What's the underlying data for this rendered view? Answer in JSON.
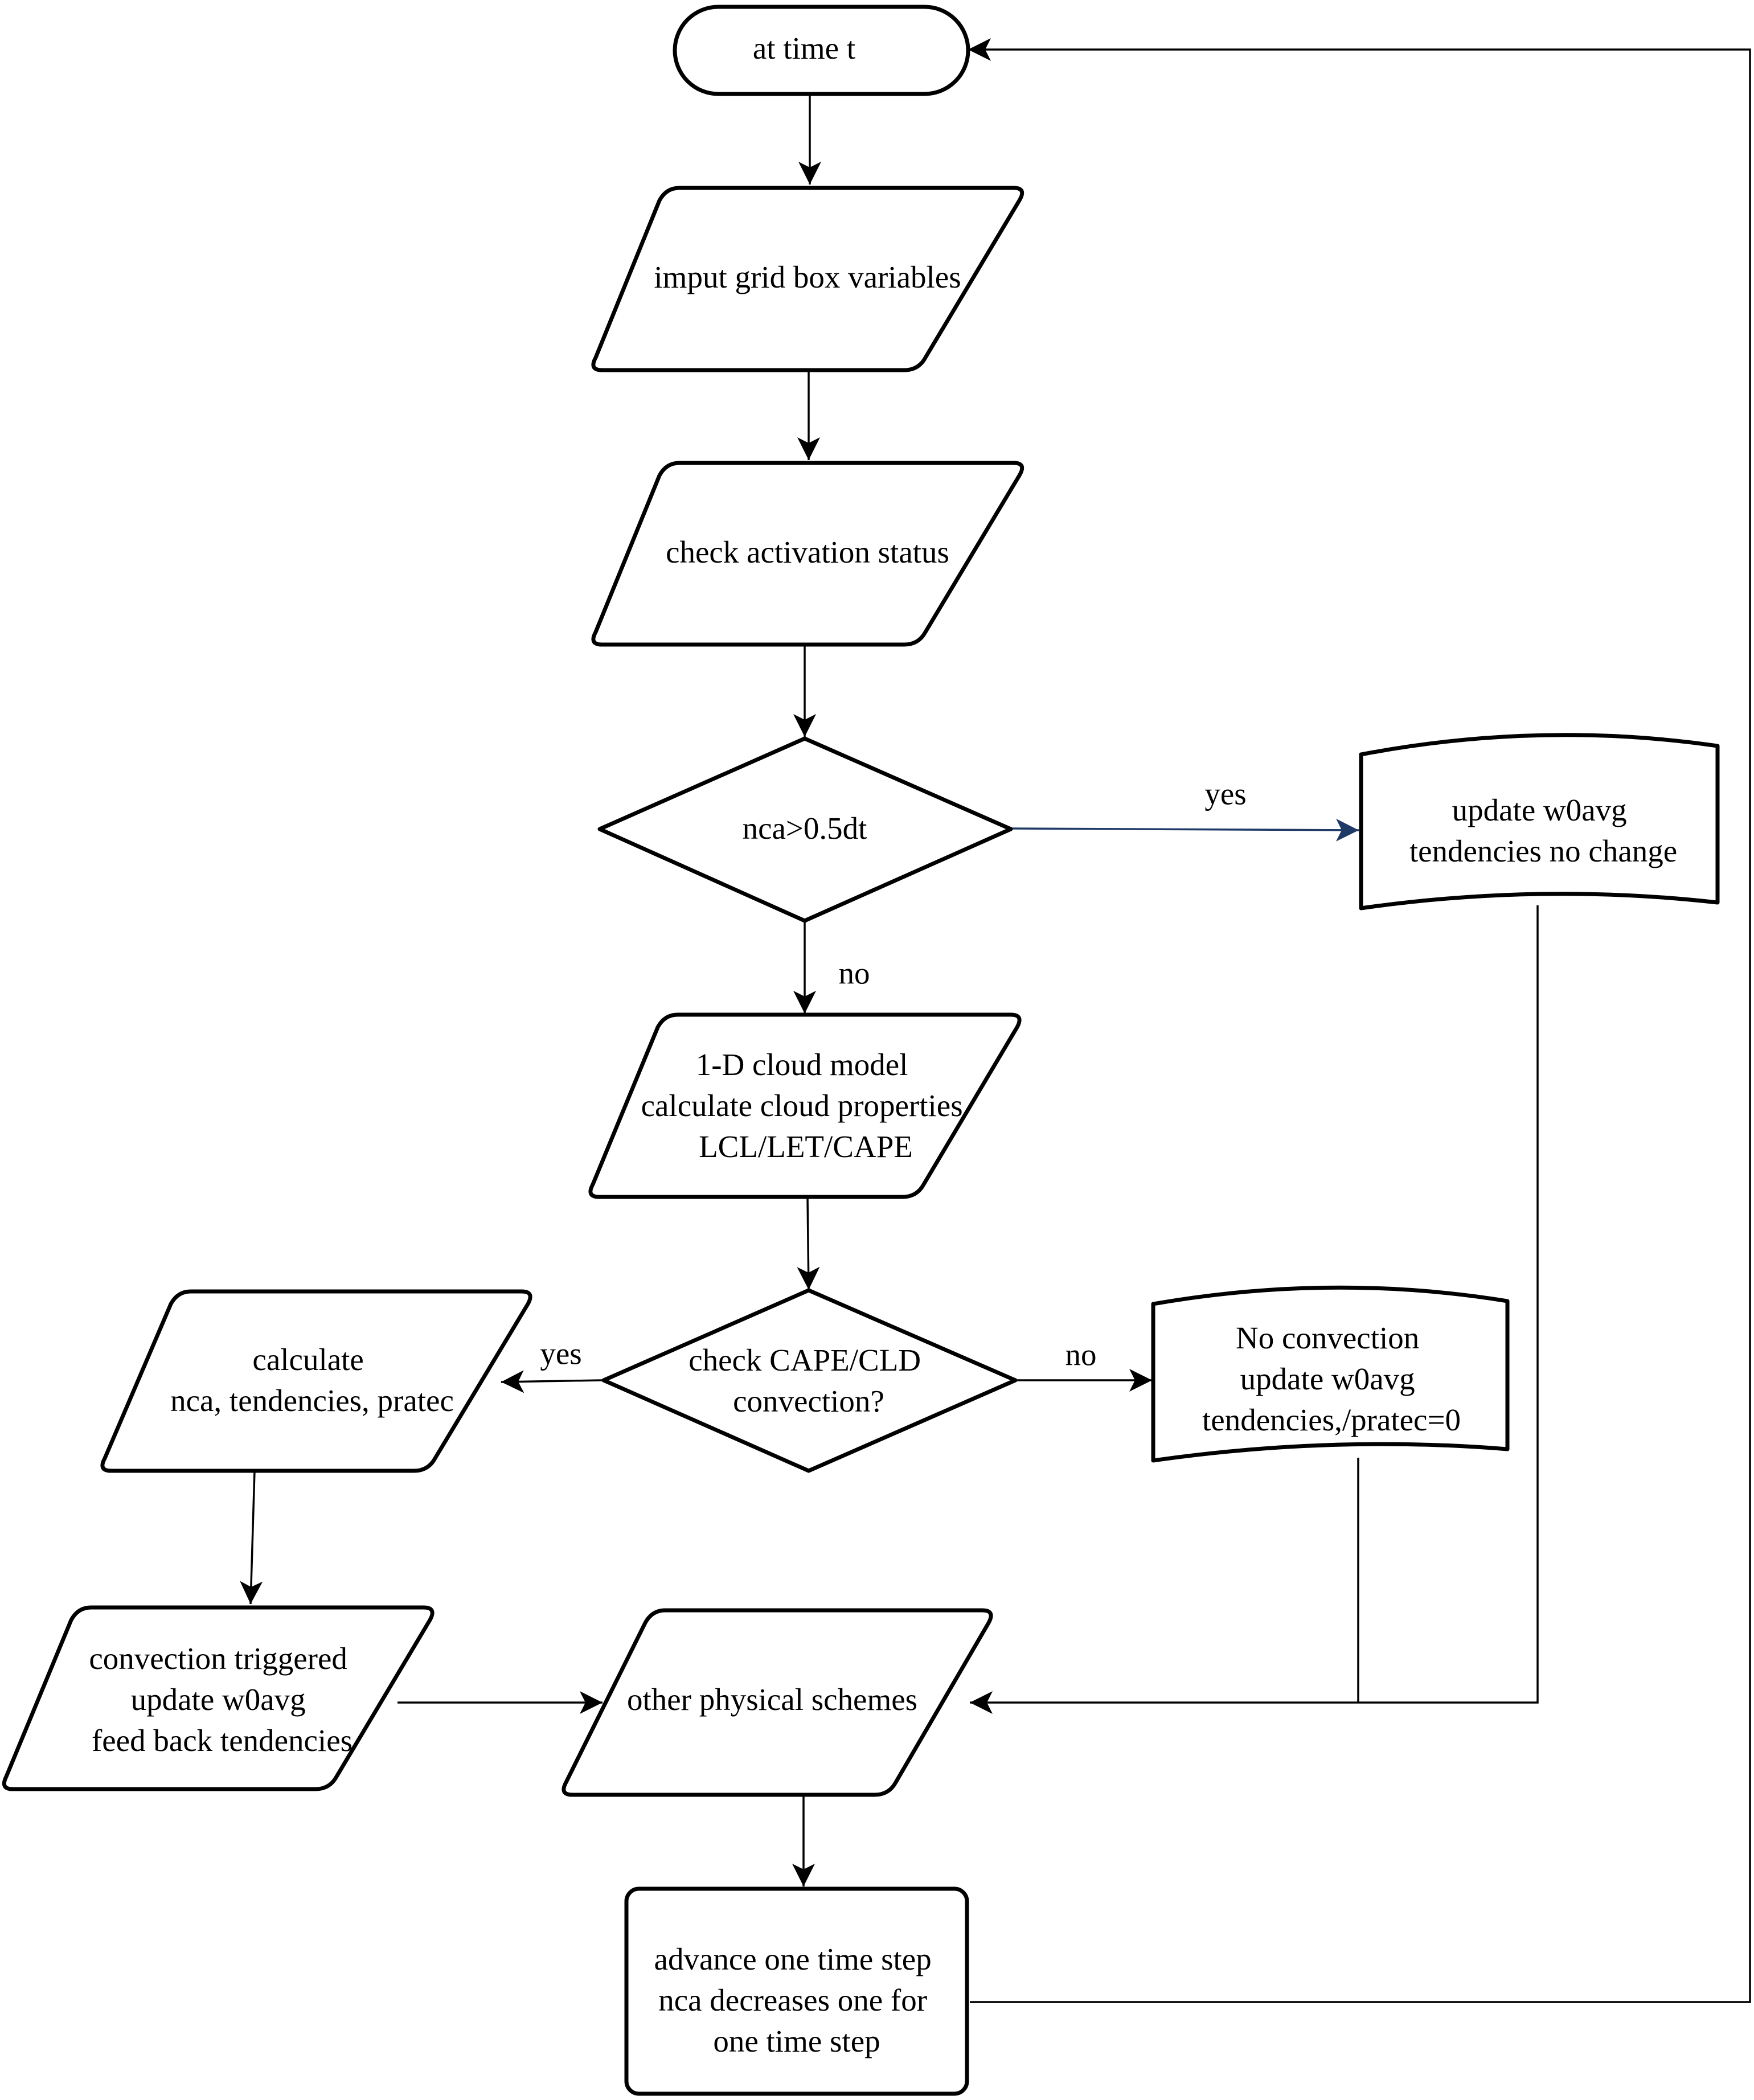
{
  "nodes": {
    "start": {
      "lines": [
        "at time t"
      ]
    },
    "input": {
      "lines": [
        "imput grid box variables"
      ]
    },
    "activation": {
      "lines": [
        "check activation status"
      ]
    },
    "nca_check": {
      "lines": [
        "nca>0.5dt"
      ]
    },
    "update_no_change": {
      "lines": [
        "update w0avg",
        "tendencies no change"
      ]
    },
    "cloud_model": {
      "lines": [
        "1-D cloud model",
        "calculate cloud properties",
        "LCL/LET/CAPE"
      ]
    },
    "cape_check": {
      "lines": [
        "check CAPE/CLD",
        "convection?"
      ]
    },
    "calculate": {
      "lines": [
        "calculate",
        "nca, tendencies, pratec"
      ]
    },
    "no_convection": {
      "lines": [
        "No convection",
        "update w0avg",
        "tendencies,/pratec=0"
      ]
    },
    "triggered": {
      "lines": [
        "convection triggered",
        "update w0avg",
        "feed back tendencies"
      ]
    },
    "physical": {
      "lines": [
        "other physical schemes"
      ]
    },
    "advance": {
      "lines": [
        "advance one time step",
        "nca decreases one for",
        "one time step"
      ]
    }
  },
  "edge_labels": {
    "nca_yes": "yes",
    "nca_no": "no",
    "cape_yes": "yes",
    "cape_no": "no"
  },
  "colors": {
    "stroke": "#000000",
    "highlight_edge": "#1f3a66",
    "background": "#ffffff"
  }
}
